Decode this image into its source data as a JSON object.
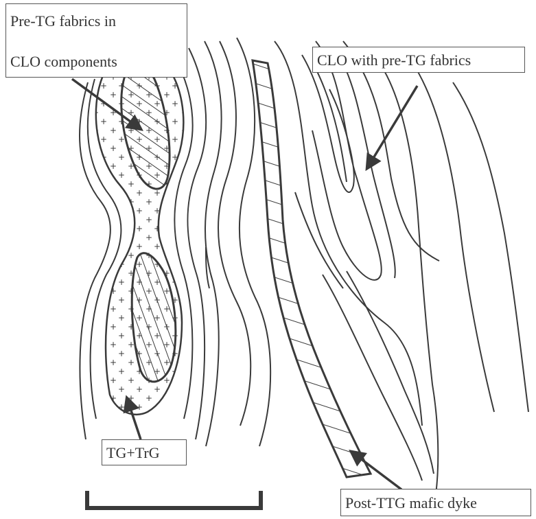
{
  "labels": {
    "pre_tg_line1": "Pre-TG fabrics in",
    "pre_tg_line2": "CLO components",
    "clo_with_pre_tg": "CLO with pre-TG fabrics",
    "tg_trg": "TG+TrG",
    "post_ttg_dyke": "Post-TTG mafic dyke"
  },
  "colors": {
    "ink": "#3a3a3a",
    "box_border": "#555555",
    "background": "#ffffff"
  }
}
